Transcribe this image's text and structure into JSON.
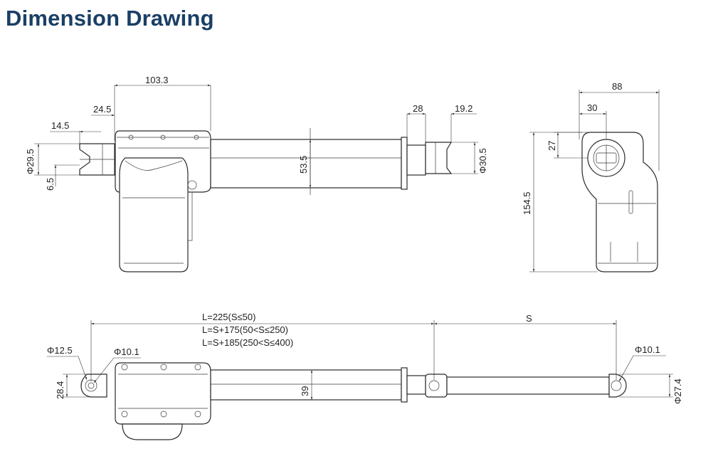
{
  "title": "Dimension Drawing",
  "front_view": {
    "overall_width": "103.3",
    "clevis_offset": "24.5",
    "clevis_depth": "14.5",
    "clevis_diameter": "Φ29.5",
    "hole_offset": "6.5",
    "tube_height": "53.5",
    "rod_end_length": "28",
    "rod_end_tip": "19.2",
    "rod_end_diameter": "Φ30.5"
  },
  "side_view": {
    "width": "88",
    "hole_offset_x": "30",
    "hole_offset_y": "27",
    "height": "154.5"
  },
  "top_view": {
    "length_rule_1": "L=225(S≤50)",
    "length_rule_2": "L=S+175(50<S≤250)",
    "length_rule_3": "L=S+185(250<S≤400)",
    "stroke": "S",
    "rear_outer_diameter": "Φ12.5",
    "rear_hole_diameter": "Φ10.1",
    "front_hole_diameter": "Φ10.1",
    "rear_width": "28.4",
    "housing_width": "39",
    "front_width": "Φ27.4"
  }
}
